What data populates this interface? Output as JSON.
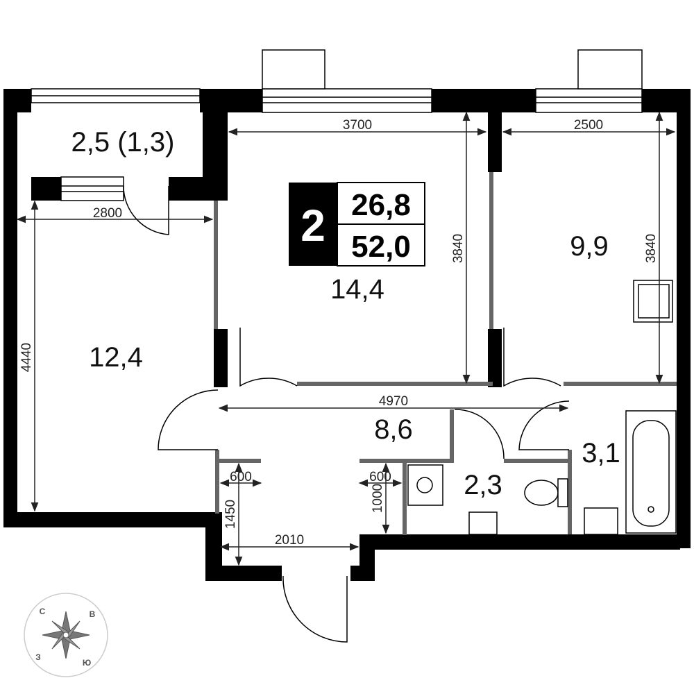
{
  "plan": {
    "rooms_count": "2",
    "living_area": "26,8",
    "total_area": "52,0",
    "rooms": [
      {
        "id": "balcony",
        "area": "2,5 (1,3)"
      },
      {
        "id": "bedroom-left",
        "area": "12,4"
      },
      {
        "id": "living-room",
        "area": "14,4"
      },
      {
        "id": "bedroom-right",
        "area": "9,9"
      },
      {
        "id": "hallway",
        "area": "8,6"
      },
      {
        "id": "toilet",
        "area": "2,3"
      },
      {
        "id": "bathroom",
        "area": "3,1"
      }
    ],
    "dimensions": {
      "top_left_room_width": "2800",
      "living_width": "3700",
      "right_room_width": "2500",
      "living_depth": "3840",
      "right_depth": "3840",
      "left_depth": "4440",
      "hall_width": "4970",
      "niche_left": "600",
      "niche_right": "600",
      "niche_depth": "1000",
      "entry_depth": "1450",
      "entry_width": "2010"
    },
    "compass": {
      "n": "С",
      "e": "В",
      "s": "Ю",
      "w": "З"
    }
  }
}
